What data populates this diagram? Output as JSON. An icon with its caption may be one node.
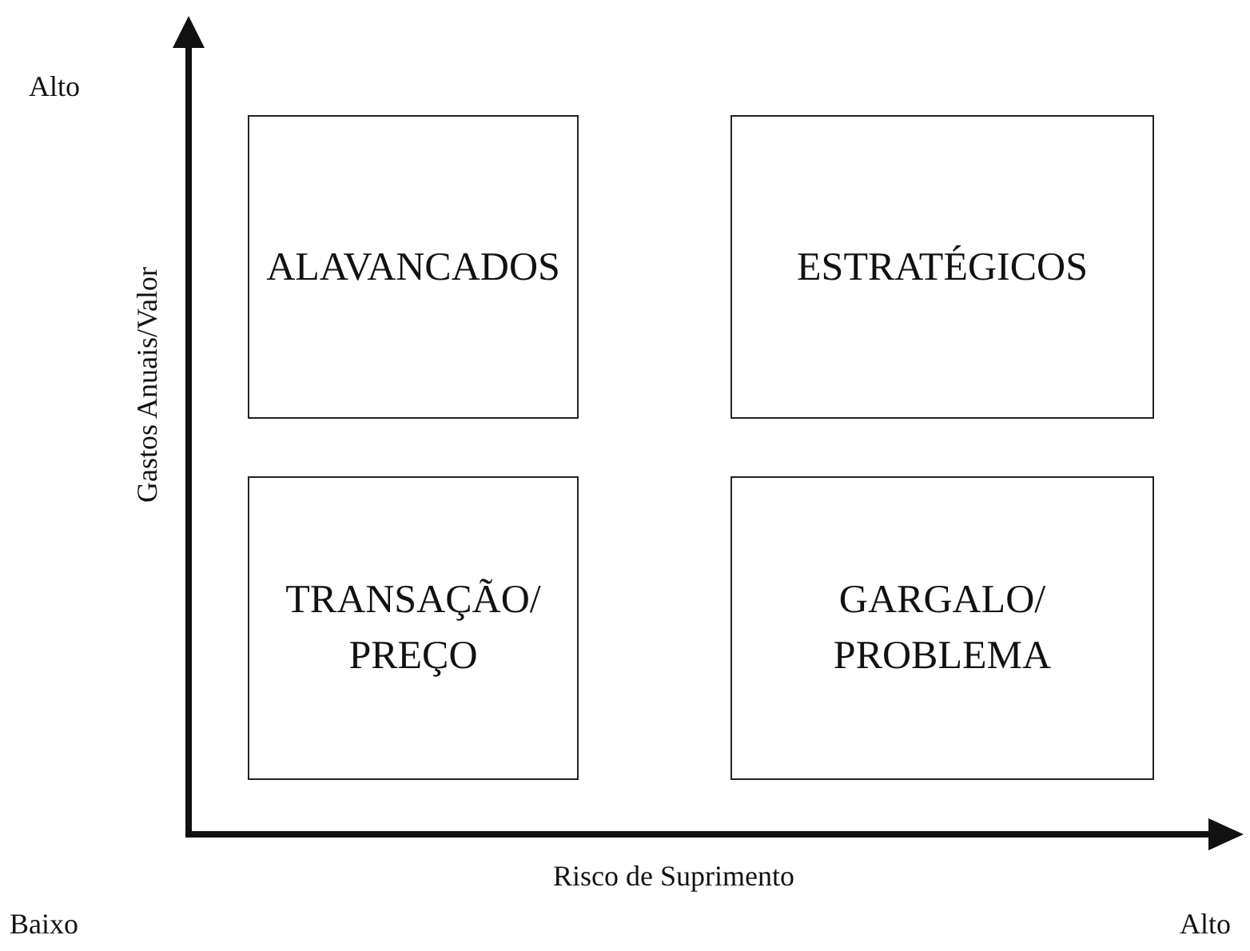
{
  "diagram": {
    "nodes": [
      {
        "text": [
          "ALAVANCADOS"
        ]
      },
      {
        "text": [
          "ESTRATÉGICOS"
        ]
      },
      {
        "text": [
          "TRANSAÇÃO/ PREÇO"
        ]
      },
      {
        "text": [
          "GARGALO/ PROBLEMA"
        ]
      }
    ],
    "labels": [
      "Alto",
      "Gastos Anuais/Valor",
      "Risco de Suprimento",
      "Baixo",
      "Alto"
    ]
  }
}
